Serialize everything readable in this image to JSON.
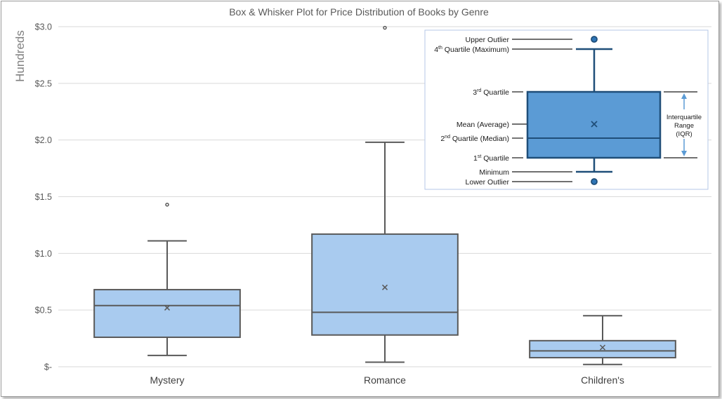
{
  "chart_data": {
    "type": "box",
    "title": "Box & Whisker Plot for Price Distribution of Books by Genre",
    "ylabel": "Hundreds",
    "xlabel": "",
    "ylim": [
      0,
      3.0
    ],
    "y_ticks": [
      "$-",
      "$0.5",
      "$1.0",
      "$1.5",
      "$2.0",
      "$2.5",
      "$3.0"
    ],
    "grid": true,
    "categories": [
      "Mystery",
      "Romance",
      "Children's"
    ],
    "box_color": "#a9cbef",
    "series": [
      {
        "category": "Mystery",
        "min": 0.1,
        "q1": 0.26,
        "median": 0.54,
        "q3": 0.68,
        "max": 1.11,
        "mean": 0.52,
        "outliers": [
          1.43
        ]
      },
      {
        "category": "Romance",
        "min": 0.04,
        "q1": 0.28,
        "median": 0.48,
        "q3": 1.17,
        "max": 1.98,
        "mean": 0.7,
        "outliers": [
          2.99
        ]
      },
      {
        "category": "Children's",
        "min": 0.02,
        "q1": 0.08,
        "median": 0.14,
        "q3": 0.23,
        "max": 0.45,
        "mean": 0.17,
        "outliers": []
      }
    ]
  },
  "legend": {
    "color": "#5b9bd5",
    "labels": {
      "upper_outlier": "Upper Outlier",
      "q4_prefix": "4",
      "q4_sup": "th",
      "q4_rest": " Quartile (Maximum)",
      "q3_prefix": "3",
      "q3_sup": "rd",
      "q3_rest": " Quartile",
      "mean": "Mean (Average)",
      "q2_prefix": "2",
      "q2_sup": "nd",
      "q2_rest": " Quartile (Median)",
      "q1_prefix": "1",
      "q1_sup": "st",
      "q1_rest": " Quartile",
      "minimum": "Minimum",
      "lower_outlier": "Lower Outlier",
      "iqr_line1": "Interquartile",
      "iqr_line2": "Range",
      "iqr_line3": "(IQR)"
    }
  }
}
